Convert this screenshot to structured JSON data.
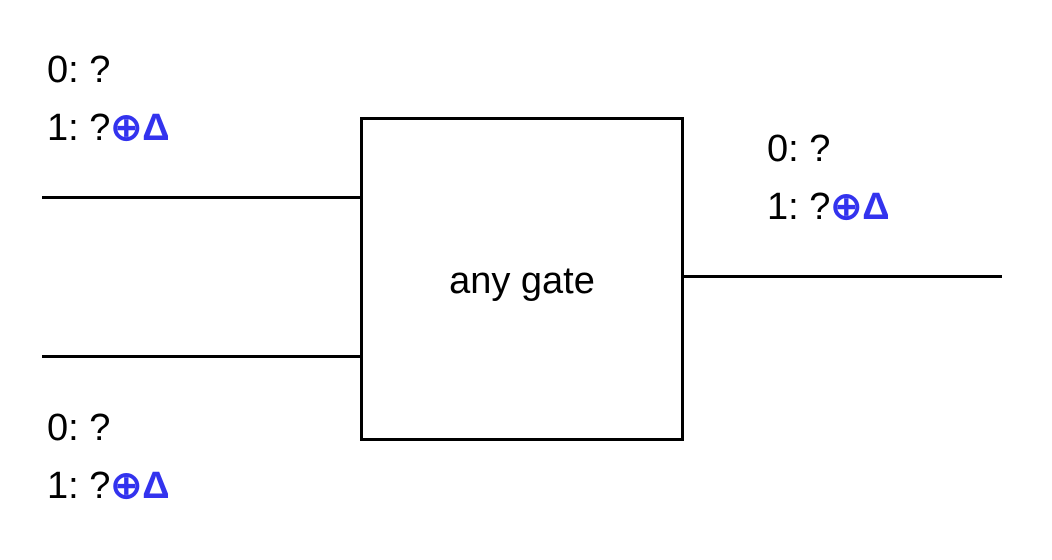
{
  "colors": {
    "line": "#000000",
    "text": "#000000",
    "delta": "#3333ee",
    "background": "#ffffff"
  },
  "gate": {
    "label": "any gate"
  },
  "input_top": {
    "zero_label": "0: ?",
    "one_prefix": "1: ?",
    "one_delta": "⊕Δ"
  },
  "input_bottom": {
    "zero_label": "0: ?",
    "one_prefix": "1: ?",
    "one_delta": "⊕Δ"
  },
  "output": {
    "zero_label": "0: ?",
    "one_prefix": "1: ?",
    "one_delta": "⊕Δ"
  }
}
